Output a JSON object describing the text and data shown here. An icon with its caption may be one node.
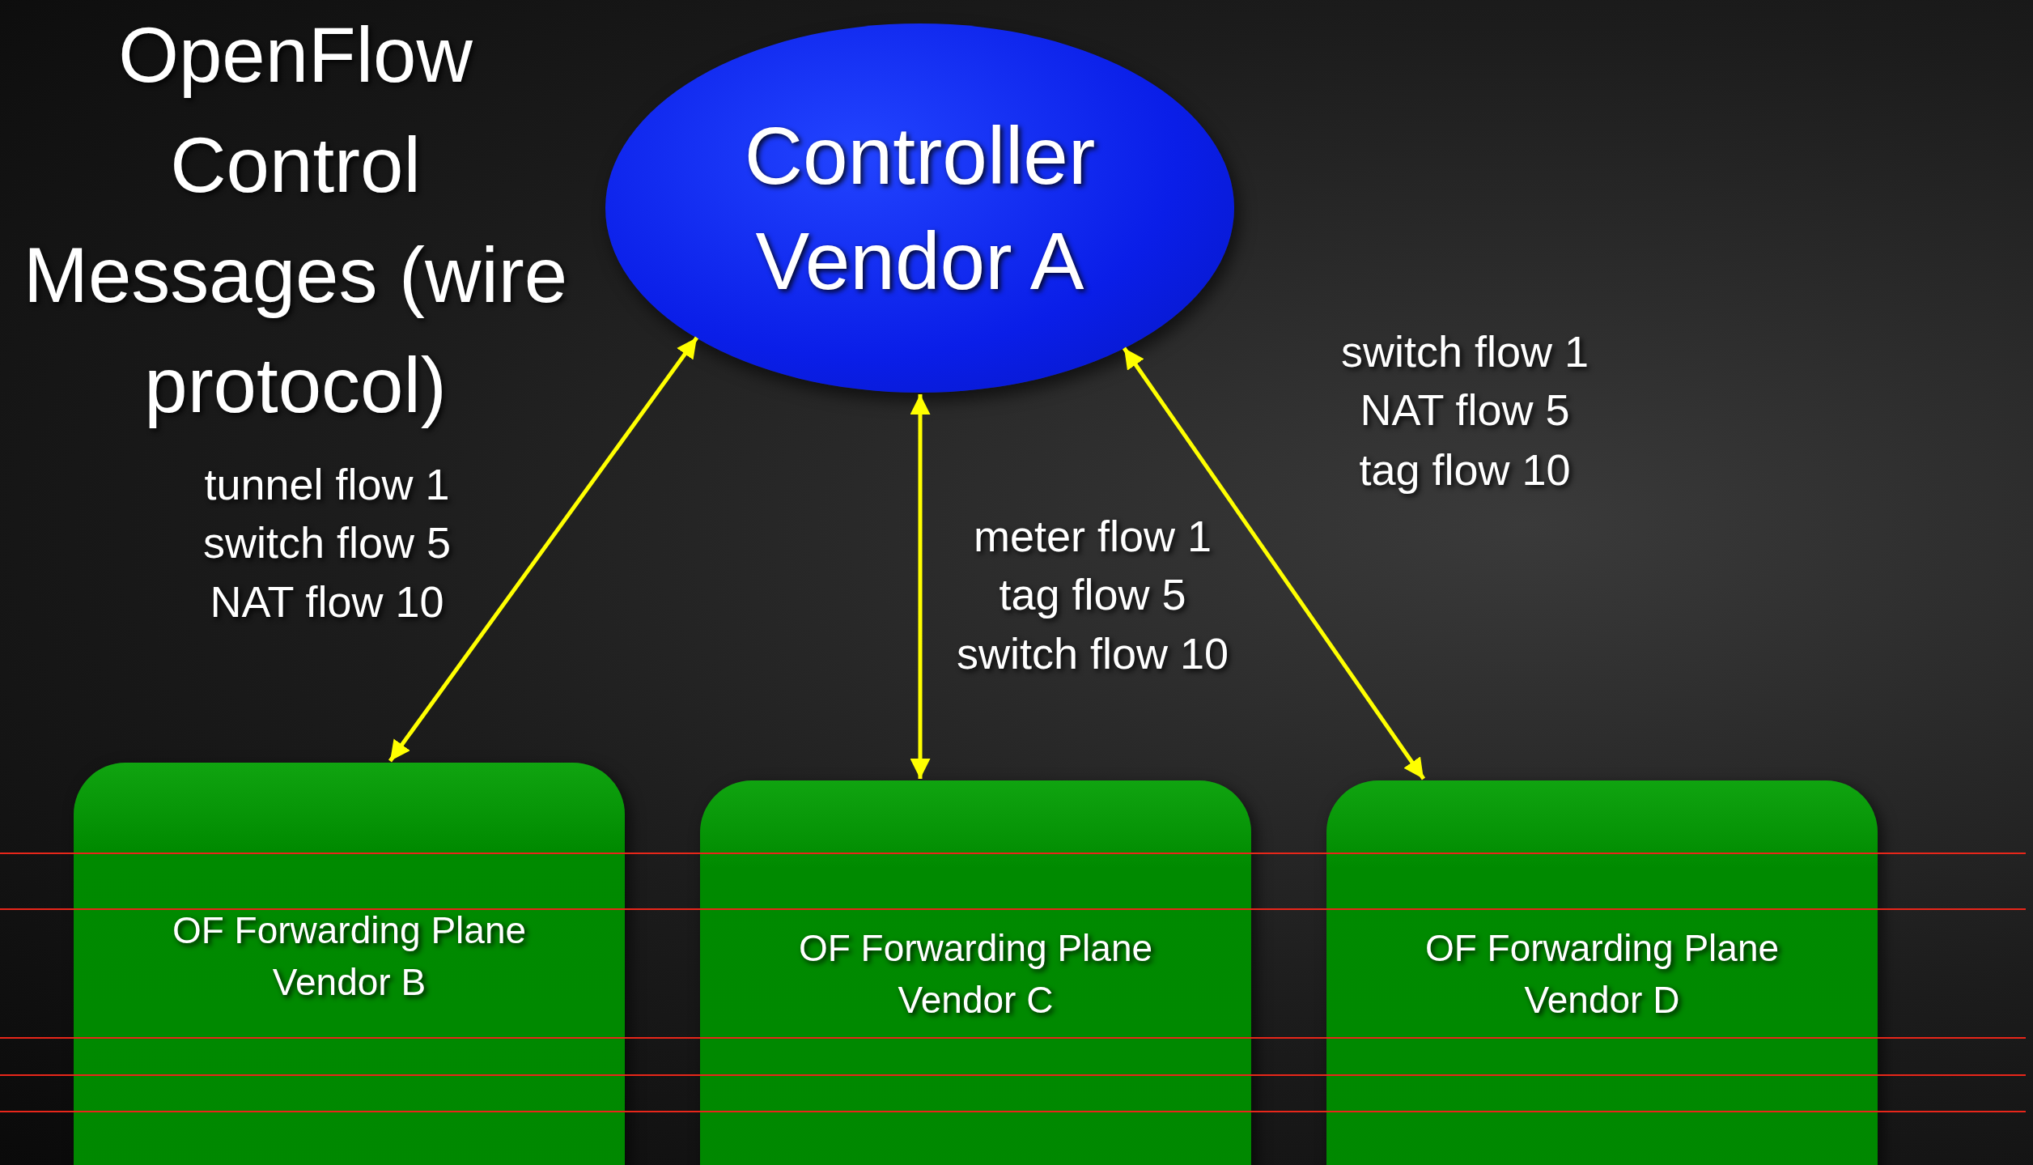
{
  "diagram": {
    "title": "OpenFlow Control Messages (wire protocol)",
    "nodes": [
      {
        "text": [
          "Controller Vendor A"
        ]
      },
      {
        "text": [
          "OF Forwarding Plane Vendor B"
        ]
      },
      {
        "text": [
          "OF Forwarding Plane Vendor C"
        ]
      },
      {
        "text": [
          "OF Forwarding Plane Vendor D"
        ]
      }
    ],
    "edges": [
      {
        "from": 0,
        "to": 1,
        "arrow": "both"
      },
      {
        "from": 0,
        "to": 2,
        "arrow": "both"
      },
      {
        "from": 0,
        "to": 3,
        "arrow": "both"
      }
    ],
    "labels": [
      "tunnel flow 1",
      "switch flow 5",
      "NAT flow 10",
      "meter flow 1",
      "tag flow 5",
      "switch flow 10",
      "switch flow 1",
      "NAT flow 5",
      "tag flow 10"
    ]
  }
}
